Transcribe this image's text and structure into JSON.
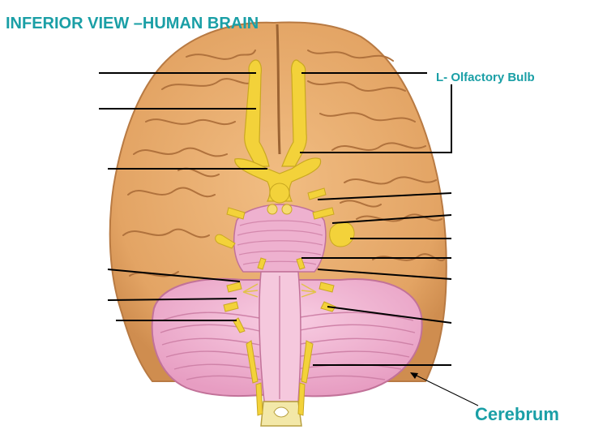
{
  "title": "INFERIOR VIEW –HUMAN BRAIN",
  "labels": {
    "olfactory_bulb": "L- Olfactory Bulb",
    "cerebrum": "Cerebrum"
  },
  "colors": {
    "text_accent": "#1a9fa6",
    "cerebrum_fill": "#e6a768",
    "cerebellum_fill": "#f2b3d2",
    "nerve_fill": "#f3d23a"
  }
}
